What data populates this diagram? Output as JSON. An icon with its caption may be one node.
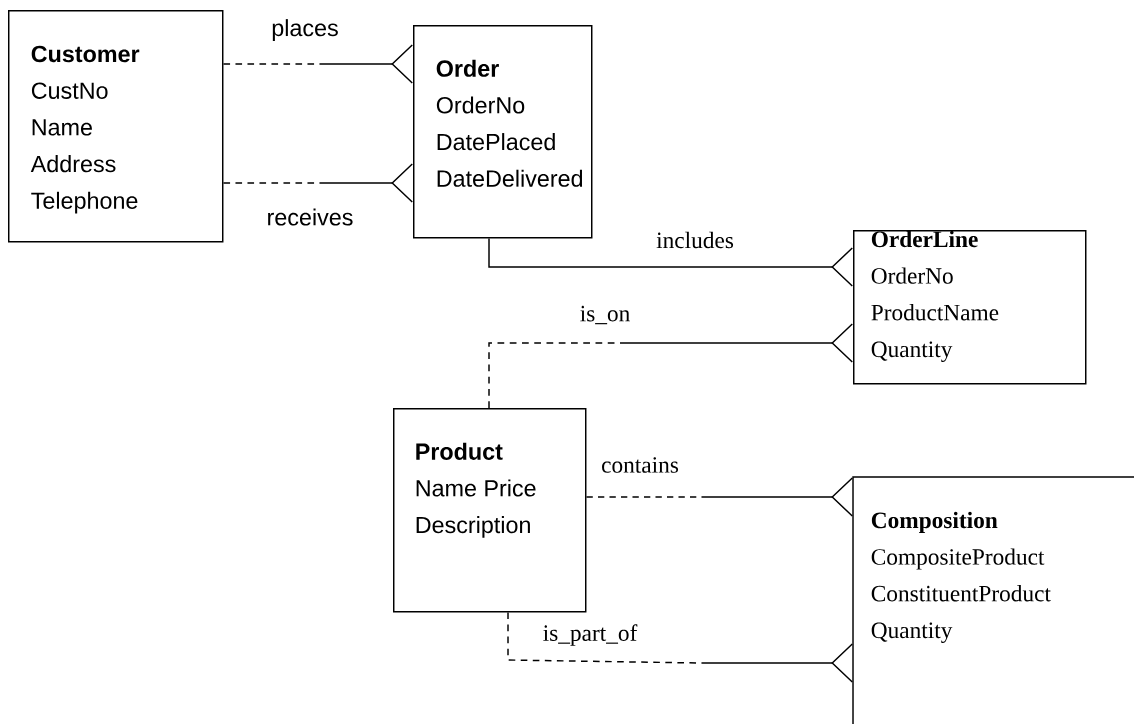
{
  "diagram": {
    "nodes": [
      {
        "text": [
          "Customer",
          "CustNo",
          "Name",
          "Address",
          "Telephone"
        ]
      },
      {
        "text": [
          "Order",
          "OrderNo",
          "DatePlaced",
          "DateDelivered"
        ]
      },
      {
        "text": [
          "OrderLine",
          "OrderNo",
          "ProductName",
          "Quantity"
        ]
      },
      {
        "text": [
          "Product",
          "Name Price",
          "Description"
        ]
      },
      {
        "text": [
          "Composition",
          "CompositeProduct",
          "ConstituentProduct",
          "Quantity"
        ]
      }
    ],
    "edges": [
      {
        "from": 0,
        "to": 1,
        "arrow": "other",
        "label": "places",
        "style": "dashed"
      },
      {
        "from": 0,
        "to": 1,
        "arrow": "other",
        "label": "receives",
        "style": "dashed"
      },
      {
        "from": 1,
        "to": 2,
        "arrow": "other",
        "label": "includes"
      },
      {
        "from": 3,
        "to": 2,
        "arrow": "other",
        "label": "is_on",
        "style": "dashed"
      },
      {
        "from": 3,
        "to": 4,
        "arrow": "other",
        "label": "contains",
        "style": "dashed"
      },
      {
        "from": 3,
        "to": 4,
        "arrow": "other",
        "label": "is_part_of",
        "style": "dashed"
      }
    ]
  }
}
